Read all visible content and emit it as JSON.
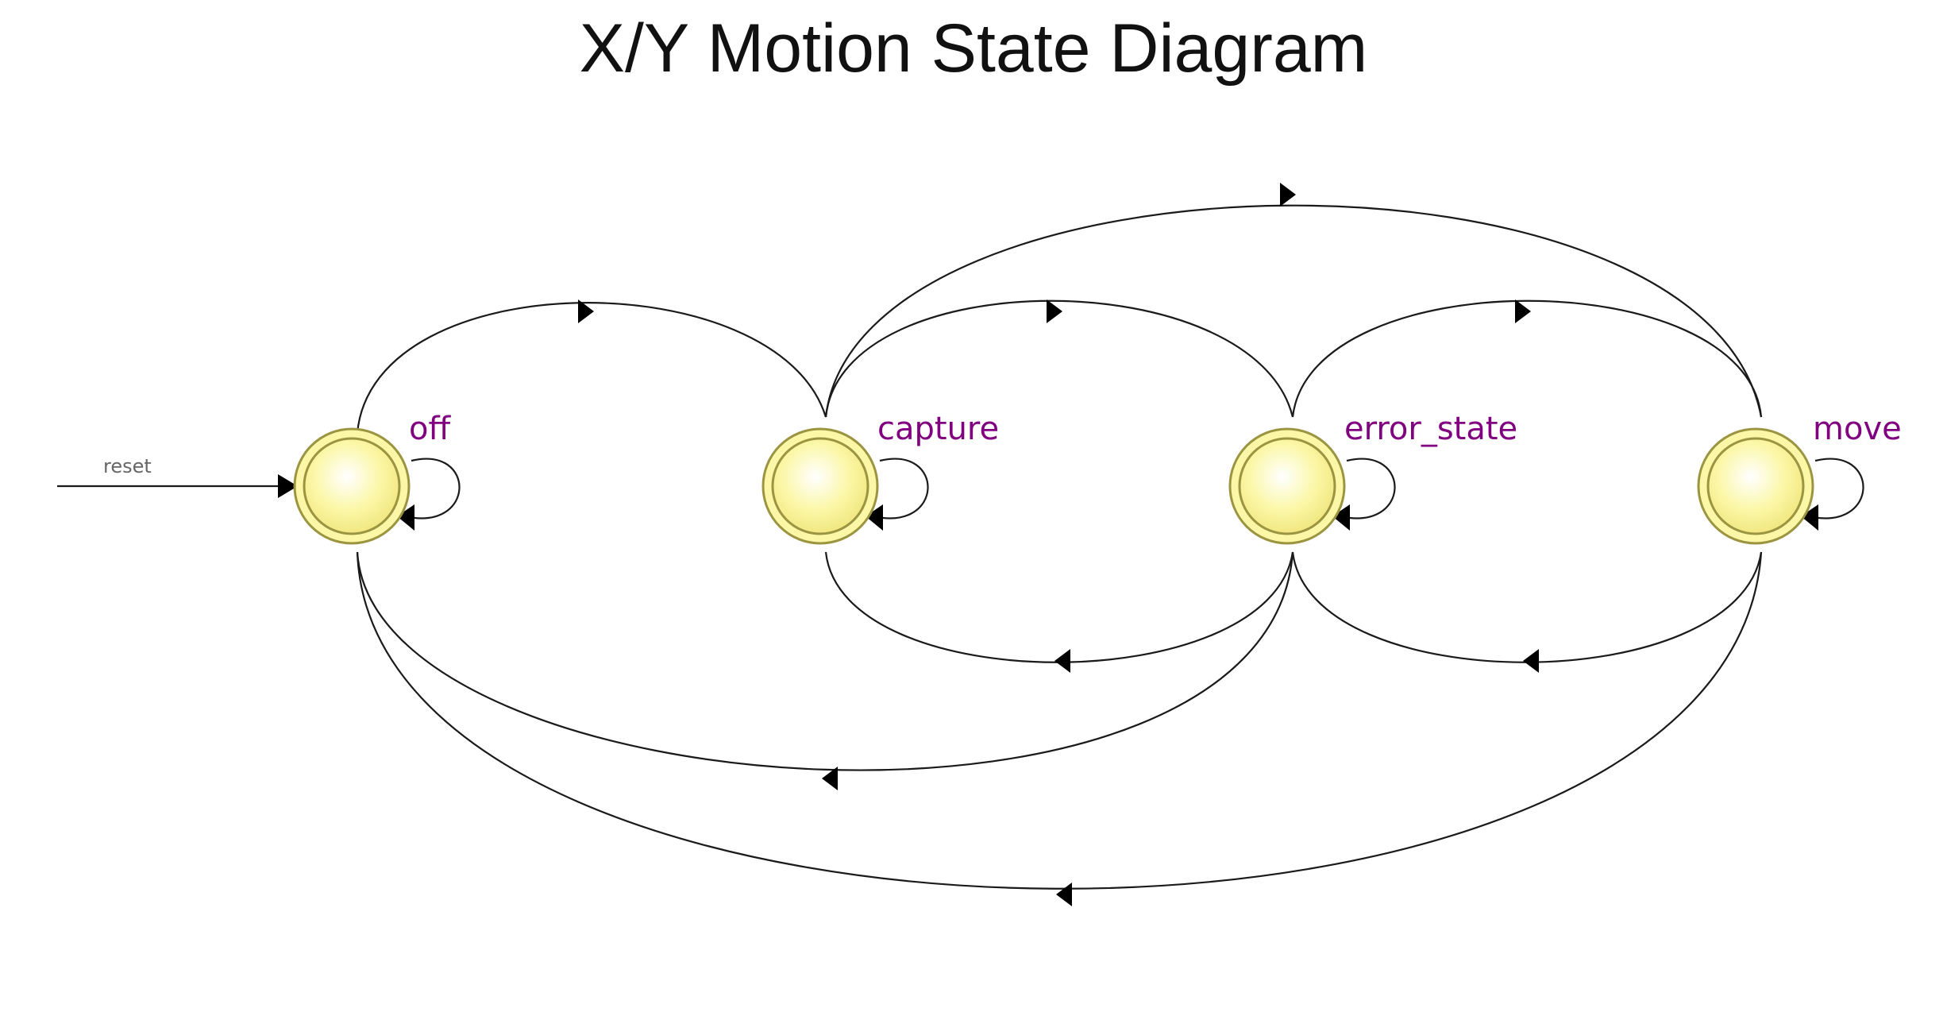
{
  "title": "X/Y Motion State Diagram",
  "reset_label": "reset",
  "states": [
    {
      "id": "off",
      "label": "off"
    },
    {
      "id": "capture",
      "label": "capture"
    },
    {
      "id": "error_state",
      "label": "error_state"
    },
    {
      "id": "move",
      "label": "move"
    }
  ],
  "transitions": [
    {
      "from": "off",
      "to": "off"
    },
    {
      "from": "capture",
      "to": "capture"
    },
    {
      "from": "error_state",
      "to": "error_state"
    },
    {
      "from": "move",
      "to": "move"
    },
    {
      "from": "off",
      "to": "capture"
    },
    {
      "from": "capture",
      "to": "error_state"
    },
    {
      "from": "error_state",
      "to": "move"
    },
    {
      "from": "capture",
      "to": "move"
    },
    {
      "from": "error_state",
      "to": "capture"
    },
    {
      "from": "move",
      "to": "error_state"
    },
    {
      "from": "error_state",
      "to": "off"
    },
    {
      "from": "move",
      "to": "off"
    }
  ],
  "colors": {
    "state_fill": "#fbf7a6",
    "state_ring": "#9b9440",
    "label": "#800080",
    "edge": "#1a1a1a"
  }
}
